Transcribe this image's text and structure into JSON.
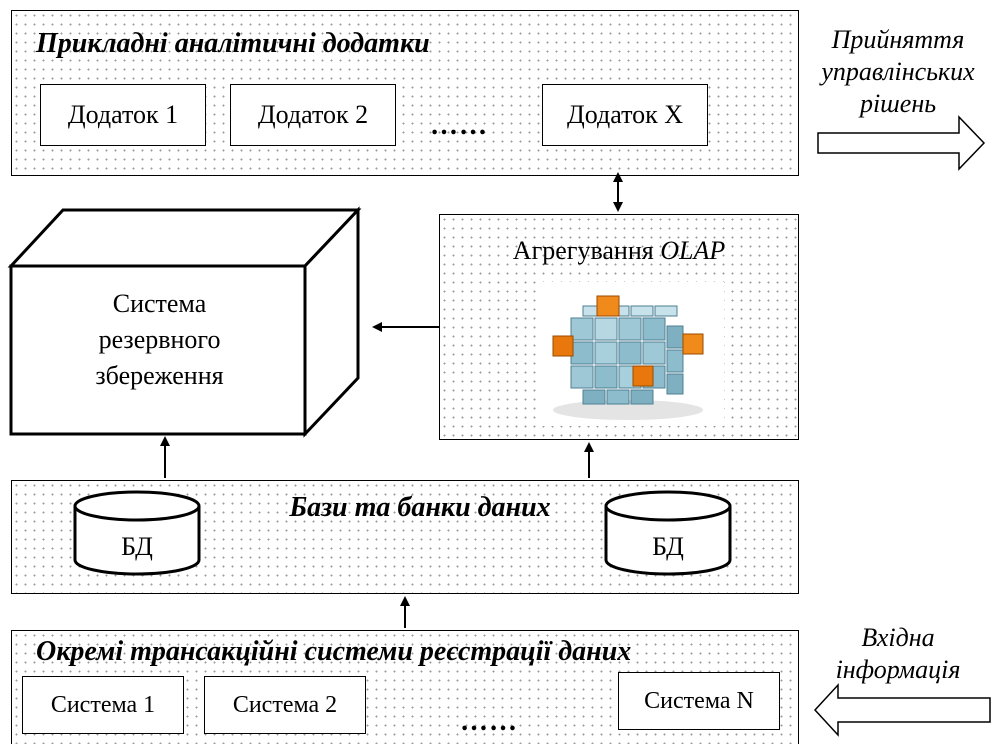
{
  "apps_layer": {
    "title": "Прикладні аналітичні додатки",
    "items": [
      "Додаток 1",
      "Додаток 2",
      "Додаток Х"
    ],
    "ellipsis": "……"
  },
  "decisions_label": [
    "Прийняття",
    "управлінських",
    "рішень"
  ],
  "olap": {
    "title_plain": "Агрегування ",
    "title_italic": "OLAP"
  },
  "backup": {
    "lines": [
      "Система",
      "резервного",
      "збереження"
    ]
  },
  "databases": {
    "title": "Бази та банки даних",
    "db_label": "БД"
  },
  "transactions": {
    "title": "Окремі трансакційні системи реєстрації даних",
    "items": [
      "Система 1",
      "Система 2",
      "Система N"
    ],
    "ellipsis": "……"
  },
  "input_label": [
    "Вхідна",
    "інформація"
  ]
}
